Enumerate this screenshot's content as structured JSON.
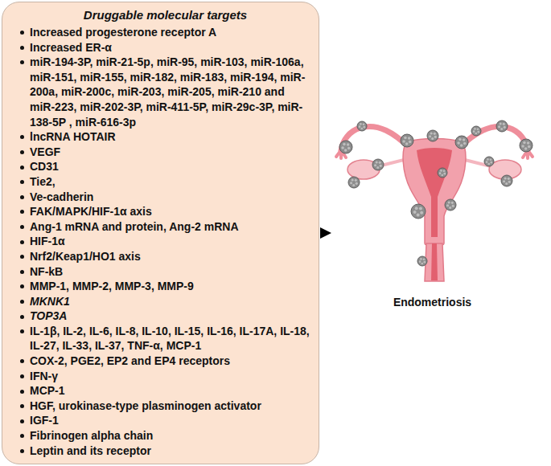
{
  "diagram": {
    "nodes": [
      {
        "text": [
          "Druggable molecular targets",
          "Increased progesterone receptor A",
          "Increased ER-α",
          "miR-194-3P, miR-21-5p, miR-95, miR-103, miR-106a, miR-151, miR-155, miR-182, miR-183, miR-194, miR-200a, miR-200c, miR-203, miR-205, miR-210 and miR-223, miR-202-3P, miR-411-5P, miR-29c-3P, miR-138-5P , miR-616-3p",
          "lncRNA HOTAIR",
          "VEGF",
          "CD31",
          "Tie2,",
          "Ve-cadherin",
          "FAK/MAPK/HIF-1α axis",
          "Ang-1 mRNA and protein, Ang-2 mRNA",
          "HIF-1α",
          "Nrf2/Keap1/HO1 axis",
          "NF-kB",
          "MMP-1, MMP-2, MMP-3, MMP-9",
          "MKNK1",
          "TOP3A",
          "IL-1β, IL-2, IL-6, IL-8, IL-10, IL-15, IL-16, IL-17A, IL-18, IL-27, IL-33, IL-37, TNF-α, MCP-1",
          "COX-2, PGE2, EP2 and EP4 receptors",
          "IFN-γ",
          "MCP-1",
          "HGF, urokinase-type plasminogen activator",
          "IGF-1",
          "Fibrinogen alpha chain",
          "Leptin and its receptor"
        ]
      },
      {
        "text": [
          "Endometriosis"
        ]
      }
    ],
    "edges": [
      {
        "from": 0,
        "to": 1,
        "arrow": "to"
      }
    ]
  }
}
